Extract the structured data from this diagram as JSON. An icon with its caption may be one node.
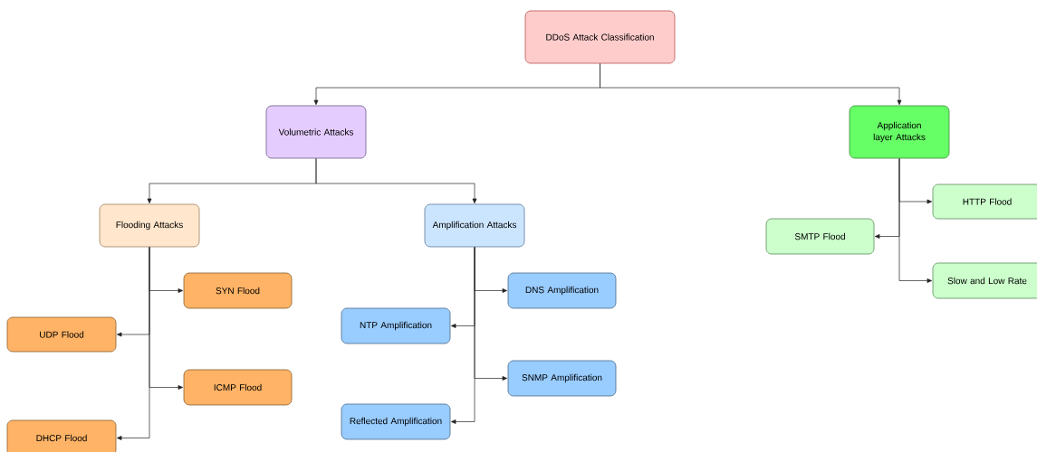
{
  "diagram": {
    "nodes": [
      {
        "text": [
          "DDoS Attack Classification"
        ]
      },
      {
        "text": [
          "Volumetric Attacks"
        ]
      },
      {
        "text": [
          "Application layer Attacks"
        ]
      },
      {
        "text": [
          "Flooding Attacks"
        ]
      },
      {
        "text": [
          "Amplification Attacks"
        ]
      },
      {
        "text": [
          "SYN Flood"
        ]
      },
      {
        "text": [
          "UDP Flood"
        ]
      },
      {
        "text": [
          "ICMP Flood"
        ]
      },
      {
        "text": [
          "DHCP Flood"
        ]
      },
      {
        "text": [
          "DNS Amplification"
        ]
      },
      {
        "text": [
          "NTP Amplification"
        ]
      },
      {
        "text": [
          "SNMP Amplification"
        ]
      },
      {
        "text": [
          "Reflected Amplification"
        ]
      },
      {
        "text": [
          "HTTP Flood"
        ]
      },
      {
        "text": [
          "SMTP Flood"
        ]
      },
      {
        "text": [
          "Slow and Low Rate"
        ]
      }
    ],
    "edges": [
      {
        "from": 0,
        "to": 1,
        "arrow": "to"
      },
      {
        "from": 0,
        "to": 2,
        "arrow": "to"
      },
      {
        "from": 1,
        "to": 3,
        "arrow": "to"
      },
      {
        "from": 1,
        "to": 4,
        "arrow": "to"
      },
      {
        "from": 3,
        "to": 5,
        "arrow": "to"
      },
      {
        "from": 3,
        "to": 6,
        "arrow": "to"
      },
      {
        "from": 3,
        "to": 7,
        "arrow": "to"
      },
      {
        "from": 3,
        "to": 8,
        "arrow": "to"
      },
      {
        "from": 4,
        "to": 9,
        "arrow": "to"
      },
      {
        "from": 4,
        "to": 10,
        "arrow": "to"
      },
      {
        "from": 4,
        "to": 11,
        "arrow": "to"
      },
      {
        "from": 4,
        "to": 12,
        "arrow": "to"
      },
      {
        "from": 2,
        "to": 13,
        "arrow": "to"
      },
      {
        "from": 2,
        "to": 14,
        "arrow": "to"
      },
      {
        "from": 2,
        "to": 15,
        "arrow": "to"
      }
    ]
  }
}
